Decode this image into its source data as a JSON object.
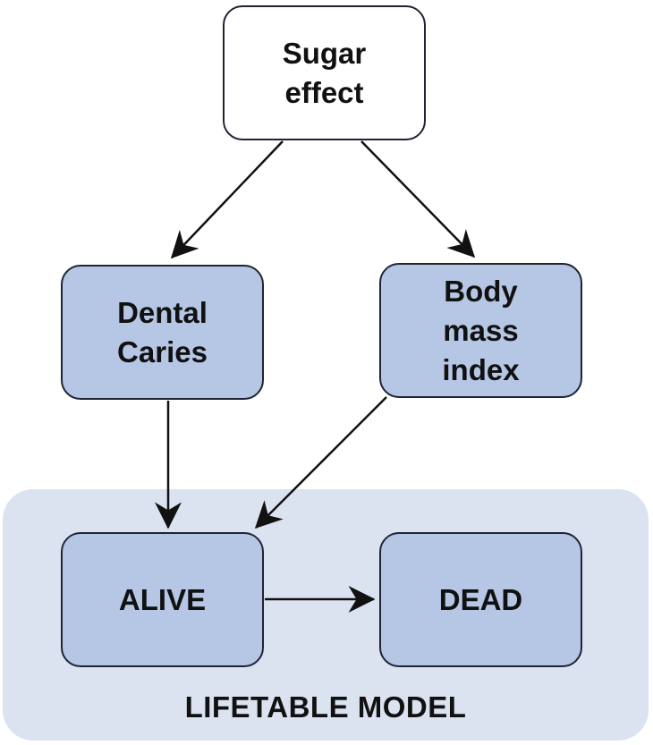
{
  "nodes": {
    "sugar": "Sugar\neffect",
    "caries": "Dental\nCaries",
    "bmi": "Body\nmass\nindex",
    "alive": "ALIVE",
    "dead": "DEAD"
  },
  "region_label": "LIFETABLE MODEL",
  "edges": [
    {
      "from": "Sugar effect",
      "to": "Dental Caries"
    },
    {
      "from": "Sugar effect",
      "to": "Body mass index"
    },
    {
      "from": "Dental Caries",
      "to": "ALIVE"
    },
    {
      "from": "Body mass index",
      "to": "ALIVE"
    },
    {
      "from": "ALIVE",
      "to": "DEAD"
    }
  ],
  "colors": {
    "node_fill": "#b6c7e5",
    "top_node_fill": "#ffffff",
    "region_fill": "#dbe3f1",
    "stroke": "#1f2433"
  }
}
